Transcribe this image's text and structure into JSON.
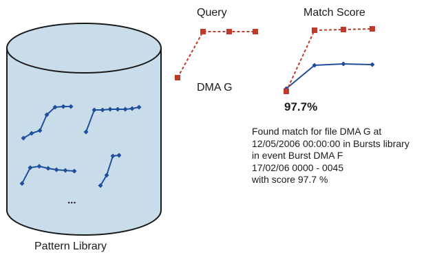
{
  "labels": {
    "query_title": "Query",
    "match_title": "Match Score",
    "query_name": "DMA G",
    "library_caption": "Pattern Library",
    "ellipsis": "...",
    "score": "97.7%"
  },
  "found_text": [
    "Found match for file DMA G at",
    "12/05/2006 00:00:00 in Bursts library",
    "in event Burst DMA  F",
    "17/02/06 0000 - 0045",
    "with score 97.7 %"
  ],
  "colors": {
    "cylinder_fill": "#c8dcea",
    "cylinder_stroke": "#1a1a1a",
    "pattern_blue": "#1f4e9c",
    "query_red": "#c0392b"
  }
}
